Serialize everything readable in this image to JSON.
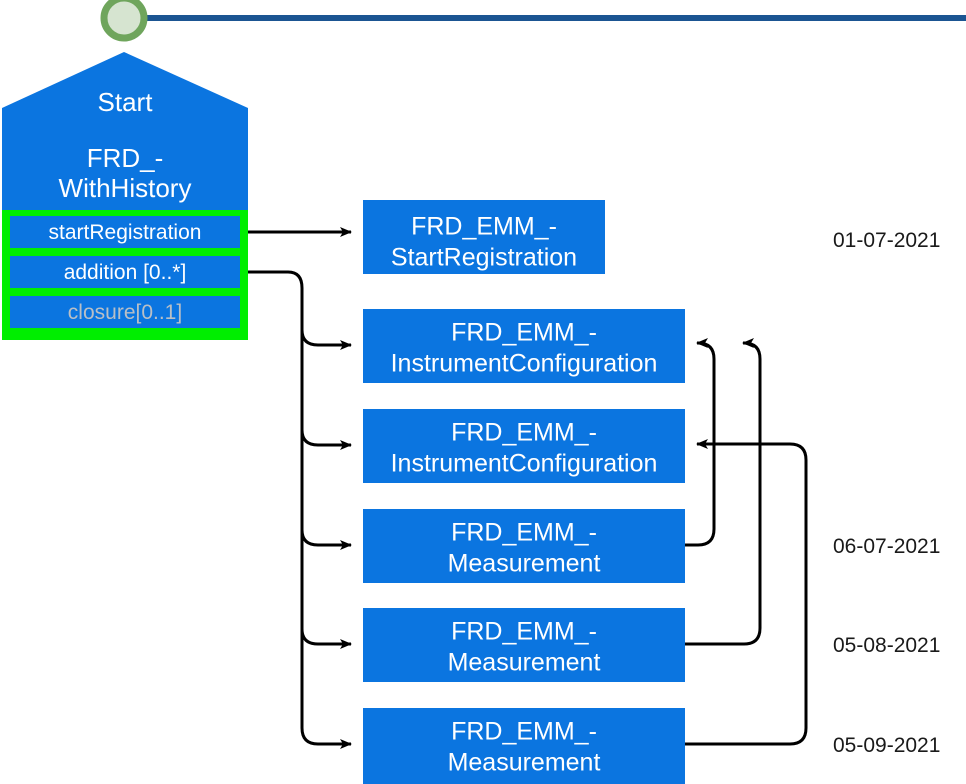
{
  "diagram": {
    "type": "uml-object-history-diagram",
    "colors": {
      "node_fill": "#0b75e0",
      "node_text": "#ffffff",
      "compartment_border": "#00ee00",
      "muted_text": "#b9bfc6",
      "connector": "#000000",
      "timeline_line": "#1b5592",
      "start_circle_stroke": "#6fa55c",
      "start_circle_fill": "#d6e4d0",
      "background": "#ffffff"
    },
    "timeline": {
      "name": "timeline-axis",
      "line_color": "#1b5592"
    },
    "start_node": {
      "title": "Start",
      "name_line_1": "FRD_-",
      "name_line_2": "WithHistory",
      "compartments": [
        {
          "label": "startRegistration",
          "muted": false
        },
        {
          "label": "addition [0..*]",
          "muted": false
        },
        {
          "label": "closure[0..1]",
          "muted": true
        }
      ]
    },
    "nodes": [
      {
        "id": "start-registration",
        "line1": "FRD_EMM_-",
        "line2": "StartRegistration",
        "date": "01-07-2021"
      },
      {
        "id": "instrument-configuration-1",
        "line1": "FRD_EMM_-",
        "line2": "InstrumentConfiguration",
        "date": ""
      },
      {
        "id": "instrument-configuration-2",
        "line1": "FRD_EMM_-",
        "line2": "InstrumentConfiguration",
        "date": ""
      },
      {
        "id": "measurement-1",
        "line1": "FRD_EMM_-",
        "line2": "Measurement",
        "date": "06-07-2021"
      },
      {
        "id": "measurement-2",
        "line1": "FRD_EMM_-",
        "line2": "Measurement",
        "date": "05-08-2021"
      },
      {
        "id": "measurement-3",
        "line1": "FRD_EMM_-",
        "line2": "Measurement",
        "date": "05-09-2021"
      }
    ],
    "dates": [
      {
        "value": "01-07-2021"
      },
      {
        "value": "06-07-2021"
      },
      {
        "value": "05-08-2021"
      },
      {
        "value": "05-09-2021"
      }
    ]
  }
}
